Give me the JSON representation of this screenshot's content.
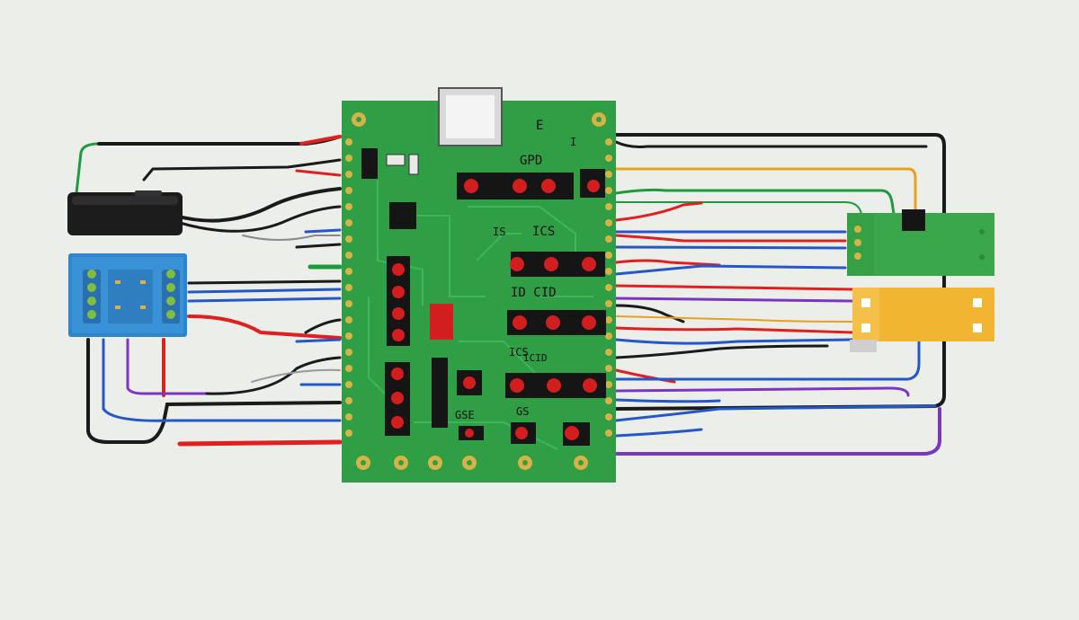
{
  "labels": {
    "top_label_1": "E",
    "top_label_2": "GPD",
    "mid_label_1": "IS",
    "mid_label_2": "ICS",
    "mid_label_3": "ID CID",
    "mid_label_4": "ICS",
    "bot_label_1": "ICID",
    "bot_label_2": "GSE",
    "bot_label_3": "GS",
    "small_label_1": "I"
  },
  "colors": {
    "background": "#eceeea",
    "pcb_main": "#2f9e45",
    "pcb_green_module": "#3aa84a",
    "blue_module": "#2f86cc",
    "yellow_module": "#f2b532",
    "connector": "#1c1c1c",
    "chip": "#151515",
    "led_red": "#d21e1e",
    "pad_gold": "#d6b347",
    "wire_red": "#e02020",
    "wire_black": "#1a1a1a",
    "wire_blue": "#2458c8",
    "wire_green": "#1f9a3c",
    "wire_orange": "#e8a020",
    "wire_purple": "#7a35c4"
  },
  "components": [
    {
      "id": "black-connector",
      "kind": "connector"
    },
    {
      "id": "blue-relay-module",
      "kind": "module"
    },
    {
      "id": "main-pcb",
      "kind": "board"
    },
    {
      "id": "usb-port",
      "kind": "port"
    },
    {
      "id": "green-sensor-module",
      "kind": "module"
    },
    {
      "id": "yellow-power-module",
      "kind": "module"
    }
  ]
}
